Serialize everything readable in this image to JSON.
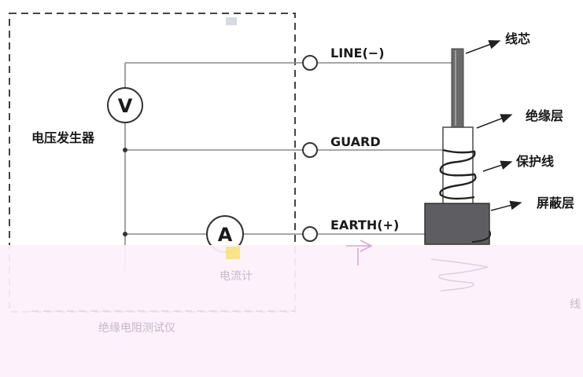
{
  "terminals": {
    "line": "LINE(−)",
    "guard": "GUARD",
    "earth": "EARTH(+)"
  },
  "meters": {
    "voltmeter_symbol": "V",
    "ammeter_symbol": "A"
  },
  "labels": {
    "voltage_generator": "电压发生器",
    "ammeter": "电流计",
    "instrument": "绝缘电阻测试仪"
  },
  "cable_parts": {
    "core": "线芯",
    "insulation": "绝缘层",
    "guard_wire": "保护线",
    "shield": "屏蔽层",
    "lower_fragment": "线"
  },
  "colors": {
    "line": "#8a8a8a",
    "text": "#1a1a1a",
    "shield_fill": "#5e5e62",
    "core_fill": "#6a6a6a",
    "overlay": "#fdf0fb"
  }
}
